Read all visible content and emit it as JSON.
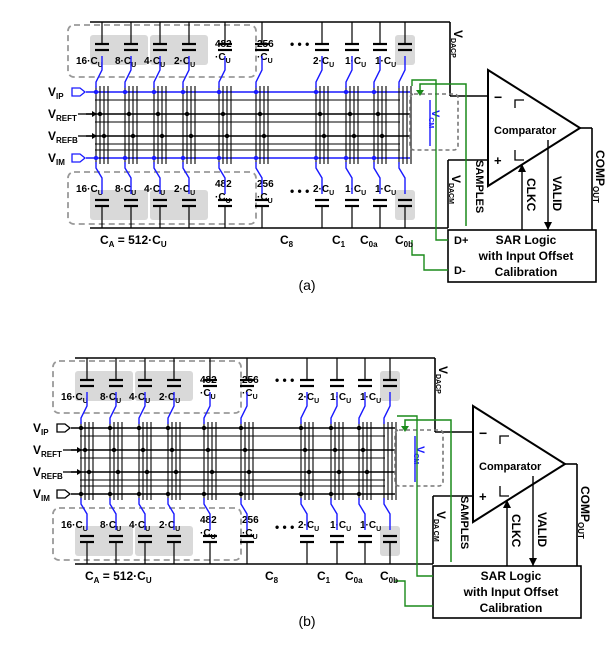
{
  "panels": [
    {
      "id": "a",
      "caption": "(a)",
      "vip_blue": true,
      "cap_labels": [
        "16·C",
        "8·C",
        "4·C",
        "2·C",
        "482",
        "256",
        "2·C",
        "1·C",
        "1·C"
      ],
      "cap_label_482_line2": "·C",
      "cap_label_256_line2": "·C",
      "cap_subscript": "U",
      "ellipsis": "• • •",
      "inputs": [
        {
          "main": "V",
          "sub": "IP",
          "color": "#1a1aff"
        },
        {
          "main": "V",
          "sub": "REFT",
          "color": "#000000"
        },
        {
          "main": "V",
          "sub": "REFB",
          "color": "#000000"
        },
        {
          "main": "V",
          "sub": "IM",
          "color": "#1a1aff"
        }
      ],
      "vdacp": {
        "main": "V",
        "sub": "DACP"
      },
      "vdacm": {
        "main": "V",
        "sub": "DACM"
      },
      "vcm": {
        "main": "V",
        "sub": "CM"
      },
      "bottom_labels": {
        "ca": {
          "main": "C",
          "sub": "A",
          "rest": " = 512·C",
          "rest_sub": "U"
        },
        "c8": {
          "main": "C",
          "sub": "8"
        },
        "c1": {
          "main": "C",
          "sub": "1"
        },
        "c0a": {
          "main": "C",
          "sub": "0a"
        },
        "c0b": {
          "main": "C",
          "sub": "0b"
        }
      },
      "comparator": "Comparator",
      "minus": "−",
      "plus": "+",
      "samples": "SAMPLES",
      "clkc": "CLKC",
      "valid": "VALID",
      "comp_out": {
        "main": "COMP",
        "sub": "OUT"
      },
      "sar_logic": [
        "SAR Logic",
        "with Input Offset",
        "Calibration"
      ],
      "d_plus": "D+",
      "d_minus": "D-"
    },
    {
      "id": "b",
      "caption": "(b)",
      "vip_blue": false,
      "cap_labels": [
        "16·C",
        "8·C",
        "4·C",
        "2·C",
        "482",
        "256",
        "2·C",
        "1·C",
        "1·C"
      ],
      "cap_label_482_line2": "·C",
      "cap_label_256_line2": "·C",
      "cap_subscript": "U",
      "ellipsis": "• • •",
      "inputs": [
        {
          "main": "V",
          "sub": "IP",
          "color": "#000000"
        },
        {
          "main": "V",
          "sub": "REFT",
          "color": "#000000"
        },
        {
          "main": "V",
          "sub": "REFB",
          "color": "#000000"
        },
        {
          "main": "V",
          "sub": "IM",
          "color": "#000000"
        }
      ],
      "vdacp": {
        "main": "V",
        "sub": "DACP"
      },
      "vdacm": {
        "main": "V",
        "sub": "DA CM"
      },
      "vcm": {
        "main": "V",
        "sub": "CM"
      },
      "bottom_labels": {
        "ca": {
          "main": "C",
          "sub": "A",
          "rest": " = 512·C",
          "rest_sub": "U"
        },
        "c8": {
          "main": "C",
          "sub": "8"
        },
        "c1": {
          "main": "C",
          "sub": "1"
        },
        "c0a": {
          "main": "C",
          "sub": "0a"
        },
        "c0b": {
          "main": "C",
          "sub": "0b"
        }
      },
      "comparator": "Comparator",
      "minus": "−",
      "plus": "+",
      "samples": "SAMPLES",
      "clkc": "CLKC",
      "valid": "VALID",
      "comp_out": {
        "main": "COMP",
        "sub": "OUT"
      },
      "sar_logic": [
        "SAR Logic",
        "with Input Offset",
        "Calibration"
      ]
    }
  ],
  "colors": {
    "blue": "#1a1aff",
    "green": "#1a8a1a",
    "gray_box": "#d9d9d9",
    "gray_text": "#8c8c8c",
    "black": "#000000"
  }
}
